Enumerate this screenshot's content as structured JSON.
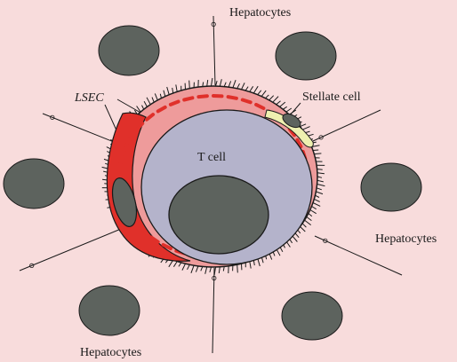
{
  "labels": {
    "hepatocytes_top": "Hepatocytes",
    "hepatocytes_right": "Hepatocytes",
    "hepatocytes_bottom": "Hepatocytes",
    "lsec": "LSEC",
    "stellate_cell": "Stellate cell",
    "t_cell": "T cell"
  },
  "colors": {
    "background": "#f8dcdc",
    "hepatocyte_nucleus": "#5d635e",
    "sinusoid_wall": "#ee9b9b",
    "lsec_cytoplasm": "#e0302a",
    "t_cell": "#b4b3cb",
    "stellate_cell": "#eef0b0",
    "outline": "#1a1a1a"
  }
}
